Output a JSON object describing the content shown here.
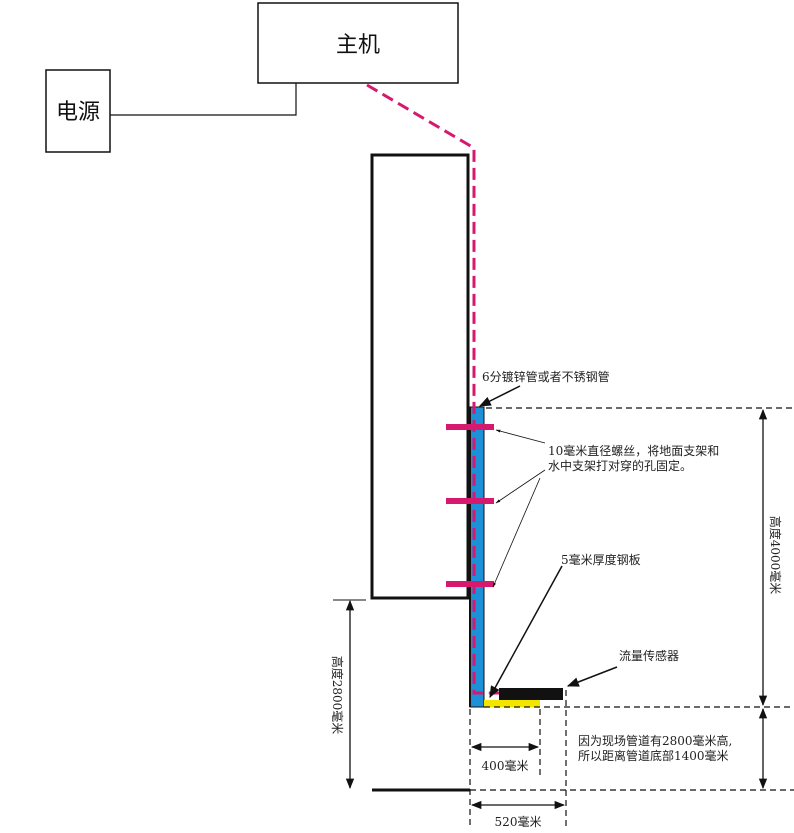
{
  "boxes": {
    "host": "主机",
    "power": "电源"
  },
  "labels": {
    "pipe": "6分镀锌管或者不锈钢管",
    "screw_line1": "10毫米直径螺丝，将地面支架和",
    "screw_line2": "水中支架打对穿的孔固定。",
    "plate": "5毫米厚度钢板",
    "sensor": "流量传感器",
    "height_4000": "高度4000毫米",
    "height_2800": "高度2800毫米",
    "note_line1": "因为现场管道有2800毫米高,",
    "note_line2": "所以距离管道底部1400毫米",
    "width_400": "400毫米",
    "width_520": "520毫米"
  },
  "colors": {
    "cable": "#d6186f",
    "pipe": "#1e90d8",
    "bolt": "#d6186f",
    "plate": "#f2e500",
    "sensor": "#111111"
  }
}
